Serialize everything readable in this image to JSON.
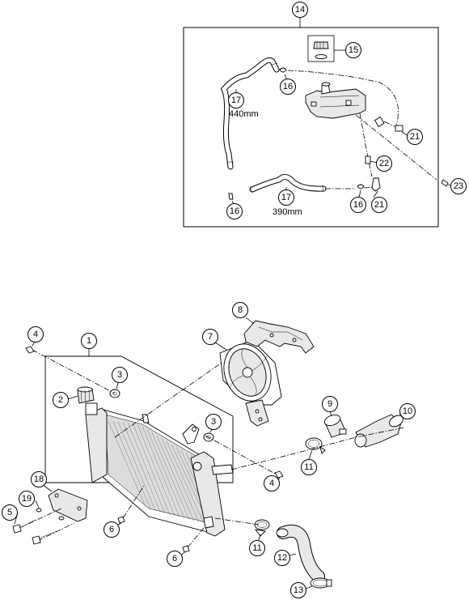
{
  "callouts": {
    "c14": "14",
    "c15": "15",
    "c16a": "16",
    "c17a": "17",
    "c17b": "17",
    "c16b": "16",
    "c16c": "16",
    "c21a": "21",
    "c21b": "21",
    "c22": "22",
    "c23": "23",
    "c1": "1",
    "c2": "2",
    "c3a": "3",
    "c3b": "3",
    "c4a": "4",
    "c4b": "4",
    "c5": "5",
    "c6a": "6",
    "c6b": "6",
    "c7": "7",
    "c8": "8",
    "c9": "9",
    "c10": "10",
    "c11a": "11",
    "c11b": "11",
    "c12": "12",
    "c13": "13",
    "c18": "18",
    "c19": "19"
  },
  "hose_lengths": {
    "upper": "440mm",
    "lower": "390mm"
  }
}
